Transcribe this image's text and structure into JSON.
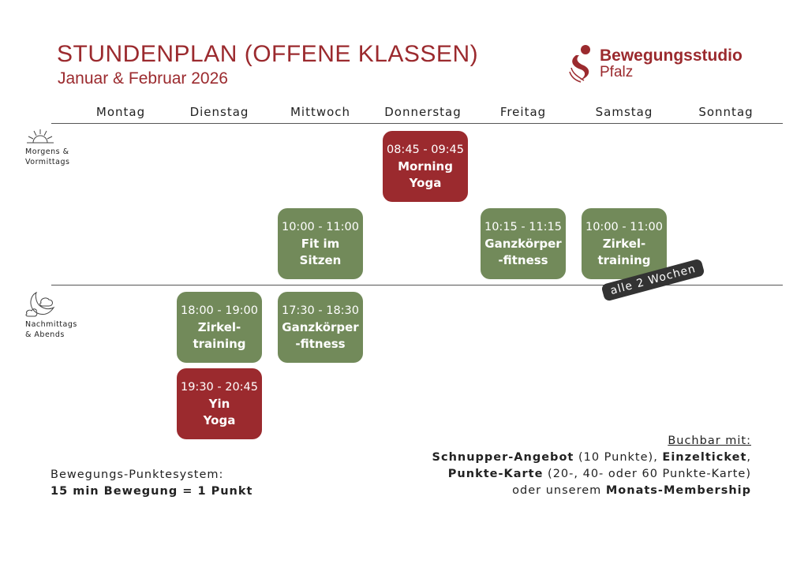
{
  "header": {
    "title": "STUNDENPLAN (OFFENE KLASSEN)",
    "subtitle": "Januar & Februar 2026",
    "brand_line1": "Bewegungsstudio",
    "brand_line2": "Pfalz"
  },
  "days": [
    "Montag",
    "Dienstag",
    "Mittwoch",
    "Donnerstag",
    "Freitag",
    "Samstag",
    "Sonntag"
  ],
  "sections": {
    "morning": [
      "Morgens &",
      "Vormittags"
    ],
    "evening": [
      "Nachmittags",
      "& Abends"
    ]
  },
  "classes": [
    {
      "time": "08:45 - 09:45",
      "name1": "Morning",
      "name2": "Yoga"
    },
    {
      "time": "10:00 - 11:00",
      "name1": "Fit im",
      "name2": "Sitzen"
    },
    {
      "time": "10:15 - 11:15",
      "name1": "Ganzkörper",
      "name2": "-fitness"
    },
    {
      "time": "10:00 - 11:00",
      "name1": "Zirkel-",
      "name2": "training"
    },
    {
      "time": "18:00 - 19:00",
      "name1": "Zirkel-",
      "name2": "training"
    },
    {
      "time": "17:30 - 18:30",
      "name1": "Ganzkörper",
      "name2": "-fitness"
    },
    {
      "time": "19:30 - 20:45",
      "name1": "Yin",
      "name2": "Yoga"
    }
  ],
  "badge": "alle 2 Wochen",
  "points": {
    "line1": "Bewegungs-Punktesystem:",
    "line2": "15 min Bewegung = 1 Punkt"
  },
  "booking": {
    "heading": "Buchbar mit:",
    "a_bold": "Schnupper-Angebot",
    "a_rest": " (10 Punkte), ",
    "b_bold": "Einzelticket",
    "b_rest": ",",
    "c_bold": "Punkte-Karte",
    "c_rest": " (20-, 40- oder 60 Punkte-Karte)",
    "d_rest": "oder unserem ",
    "d_bold": "Monats-Membership"
  },
  "colors": {
    "red": "#9b2a2e",
    "green": "#728a5a"
  }
}
